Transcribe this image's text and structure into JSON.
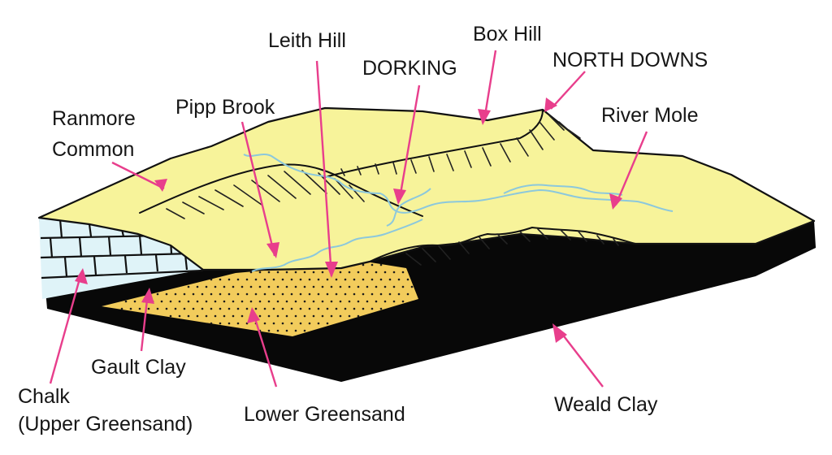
{
  "labels": {
    "leith_hill": "Leith Hill",
    "box_hill": "Box Hill",
    "dorking": "DORKING",
    "north_downs": "NORTH DOWNS",
    "pipp_brook": "Pipp Brook",
    "ranmore_line1": "Ranmore",
    "ranmore_line2": "Common",
    "river_mole": "River Mole",
    "gault_clay": "Gault Clay",
    "chalk_line1": "Chalk",
    "chalk_line2": "(Upper Greensand)",
    "lower_greensand": "Lower Greensand",
    "weald_clay": "Weald Clay"
  },
  "colors": {
    "surface": "#f7f39a",
    "block": "#080808",
    "chalk": "#dff3f8",
    "greensand": "#f2cc5c",
    "river": "#8cc8dc",
    "arrow": "#e83e8c"
  }
}
